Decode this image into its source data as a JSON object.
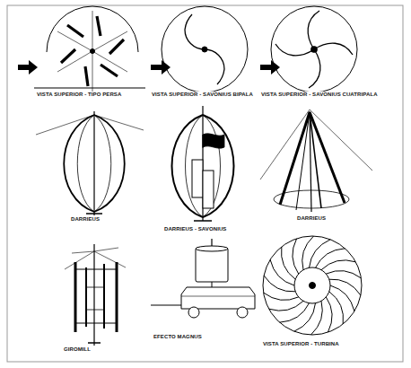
{
  "diagram": {
    "labels": [
      "VISTA SUPERIOR - TIPO PERSA",
      "VISTA SUPERIOR - SAVONIUS BIPALA",
      "VISTA SUPERIOR - SAVONIUS CUATRIPALA",
      "DARRIEUS",
      "DARRIEUS - SAVONIUS",
      "DARRIEUS",
      "GIROMILL",
      "EFECTO MAGNUS",
      "VISTA SUPERIOR - TURBINA"
    ]
  }
}
